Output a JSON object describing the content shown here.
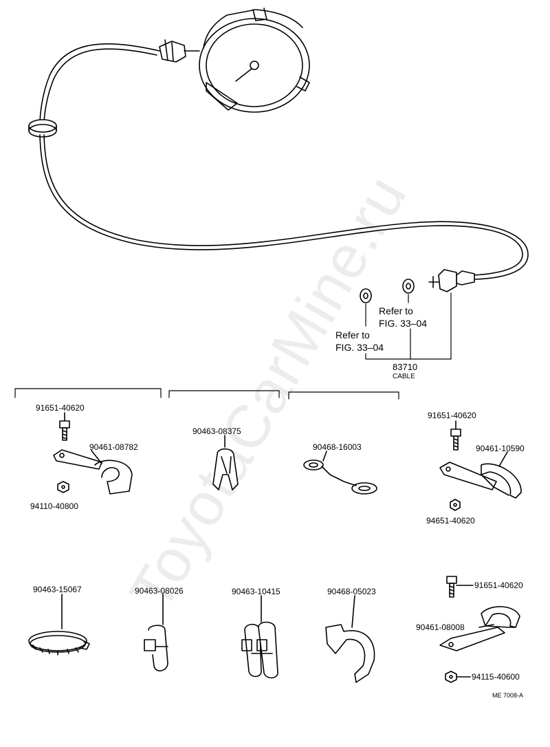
{
  "watermark": "ToyotaCarMine.ru",
  "drawing_code": "ME 7008-A",
  "cable": {
    "part_no": "83710",
    "name": "CABLE"
  },
  "refs": [
    {
      "line1": "Refer to",
      "line2": "FIG. 33–04"
    },
    {
      "line1": "Refer to",
      "line2": "FIG. 33–04"
    }
  ],
  "parts": {
    "p91651_a": "91651-40620",
    "p90461_08782": "90461-08782",
    "p94110_40800": "94110-40800",
    "p90463_08375": "90463-08375",
    "p90468_16003": "90468-16003",
    "p91651_b": "91651-40620",
    "p90461_10590": "90461-10590",
    "p94651_40620": "94651-40620",
    "p90463_15067": "90463-15067",
    "p90463_08026": "90463-08026",
    "p90463_10415": "90463-10415",
    "p90468_05023": "90468-05023",
    "p91651_c": "91651-40620",
    "p90461_08008": "90461-08008",
    "p94115_40600": "94115-40600"
  }
}
